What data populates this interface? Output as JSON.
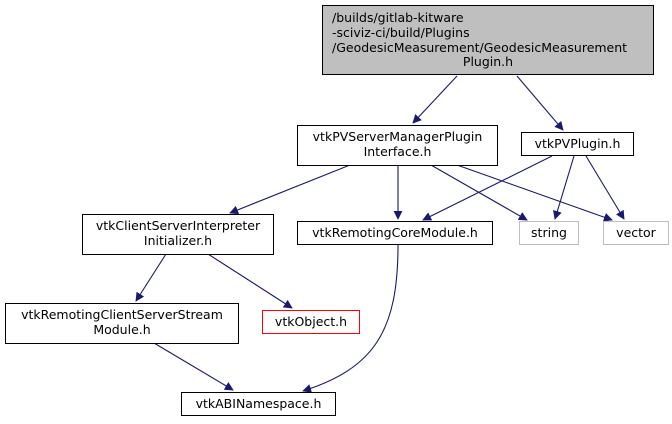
{
  "colors": {
    "edge": "#191970",
    "root_fill": "#bfbfbf",
    "node_border": "#000000",
    "external_border": "#bfbfbf",
    "undocumented_border": "#ff0000"
  },
  "nodes": {
    "root": {
      "lines": [
        "/builds/gitlab-kitware",
        "-sciviz-ci/build/Plugins",
        "/GeodesicMeasurement/GeodesicMeasurement",
        "Plugin.h"
      ]
    },
    "ifc": {
      "lines": [
        "vtkPVServerManagerPlugin",
        "Interface.h"
      ]
    },
    "plugin": {
      "lines": [
        "vtkPVPlugin.h"
      ]
    },
    "csi": {
      "lines": [
        "vtkClientServerInterpreter",
        "Initializer.h"
      ]
    },
    "core": {
      "lines": [
        "vtkRemotingCoreModule.h"
      ]
    },
    "string": {
      "lines": [
        "string"
      ]
    },
    "vector": {
      "lines": [
        "vector"
      ]
    },
    "stream": {
      "lines": [
        "vtkRemotingClientServerStream",
        "Module.h"
      ]
    },
    "object": {
      "lines": [
        "vtkObject.h"
      ]
    },
    "abi": {
      "lines": [
        "vtkABINamespace.h"
      ]
    }
  },
  "edges": [
    {
      "from": "root",
      "to": "ifc"
    },
    {
      "from": "root",
      "to": "plugin"
    },
    {
      "from": "ifc",
      "to": "csi"
    },
    {
      "from": "ifc",
      "to": "core"
    },
    {
      "from": "ifc",
      "to": "string"
    },
    {
      "from": "ifc",
      "to": "vector"
    },
    {
      "from": "plugin",
      "to": "core"
    },
    {
      "from": "plugin",
      "to": "string"
    },
    {
      "from": "plugin",
      "to": "vector"
    },
    {
      "from": "csi",
      "to": "stream"
    },
    {
      "from": "csi",
      "to": "object"
    },
    {
      "from": "core",
      "to": "abi"
    },
    {
      "from": "stream",
      "to": "abi"
    }
  ]
}
